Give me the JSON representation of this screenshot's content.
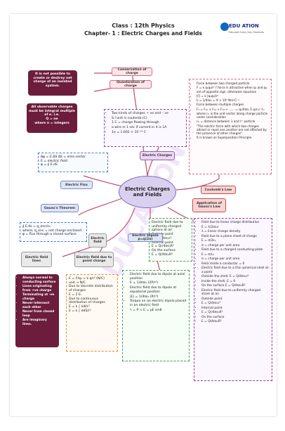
{
  "header": {
    "class_line": "Class : 12th Physics",
    "chapter_line": "Chapter- 1 : Electric Charges and Fields",
    "logo_text": "EDU ATION",
    "logo_sub": "Educate Every Day Students"
  },
  "center": {
    "label": "Electric Charges and Fields"
  },
  "nodes": {
    "conservation": "Conservation of charge",
    "quantization": "Quantization of charge",
    "electric_charges": "Electric Charges",
    "electric_flux": "Electric Flux",
    "gauss_theorem": "Gauss's Theorem",
    "coulombs_law": "Coulomb's Law",
    "application_gauss": "Application of Gauss's Law",
    "electric_field": "Electric field",
    "electric_field_lines": "Electric field lines",
    "field_point_charge": "Electric field due to point charge",
    "dipole_moment": "Electric Dipole p=q(2a)"
  },
  "notes": {
    "conservation_note": "It is not possible to create or destroy net charge of an isolated system.",
    "quantization_note": [
      "All observable charges must be integral multiple of e. i.e.",
      "Q = ne",
      "where n = integers"
    ],
    "charges_list": [
      "Two kinds of charges + ve and – ve",
      "S.I unit is coulomb (C)",
      "1 C = charge flowing through",
      "a wire in 1 sec if current in it is 1A",
      "1e = 1.602 × 10⁻¹⁹ C"
    ],
    "flux": [
      "Δφ = E.ΔS  ΔS = area vector",
      "E = electric field",
      "φ = ∮ E.dS"
    ],
    "gauss": [
      "∮ E.ds = q_enc/ε₀",
      "where, q_enc = net charge enclosed",
      "φ = flux through a closed surface"
    ],
    "coulomb": [
      "Force between two charged particle",
      "F = k q₁q₂/r² r̂   force is attractive when q₁ and q₂ are of opposite sign, otherwise repulsive",
      "|F| = k |q₁q₂|/r²",
      "k = 1/4πε₀ = 9 × 10⁹ Nm²C⁻²",
      "Force between multiple charges",
      "F₁ = F₁₂ + F₁₃ + F₁₄ + ...... = q₁/4πε₀ Σ qᵢ/r₁ᵢ² r̂₁ᵢ",
      "where r₁ᵢ is the unit vector along charge particle under consideration",
      "r₁ᵢ = distance between 1 and iᵗʰ particle",
      "\"The electric force with which two charges attract or repel one another are not affected by the presence of other charges\"",
      "It is known as Superposition Principle."
    ],
    "shell": [
      "Electric field due to uniformly charged sphere at a/r",
      "Outside point",
      "E = Q/4πε₀r²",
      "Internal point",
      "E = Qr/4πε₀R³",
      "On the surface",
      "E = Q/4πε₀R²"
    ],
    "application_list": [
      "Field due to linear charge distribution",
      "E = λ/2πε₀r",
      "λ = linear charge density",
      "Field due to a plane sheet of charge",
      "E = σ/2ε₀",
      "σ = charge per unit area",
      "Field due to a charged conducting plate",
      "E = σ/ε₀",
      "σ = charge per unit area",
      "Field inside a conductor = 0",
      "Electric field due to a thin spherical shell at a point",
      "Outside the shell, E = Q/4πε₀r²",
      "Inside the shell, E = 0",
      "On the surface E = Q/4πε₀R²",
      "Electric field due to uniformly charged share at an",
      "Outside point",
      "E = Q/4πε₀r²",
      "Internal point",
      "E = Qr/4πε₀R³",
      "On the surface",
      "E = Q/4πε₀R²"
    ],
    "lines_list": [
      "Always normal to conducting surface",
      "Lines originating from +ve charge",
      "Terminating at -ve charge",
      "Never intersect each other",
      "Never from closed loop",
      "Are imaginary lines."
    ],
    "point_charge": [
      "E = F/q₀ = k q/r² (N/C)",
      "unit → N/C",
      "Due to discrete distribution of charges",
      "E = Σ Eᵢ",
      "Due to continuous distribution of charges",
      "E = k ∫ λdl/r²",
      "E = k ∫ σdS/r²"
    ],
    "dipole": [
      "Electric field due to dipole at axial position",
      "E = 1/4πε₀ (2P/r³)",
      "Electric field due to dipole at equatorial position",
      "|E| = 1/4πε₀ (P/r³)",
      "Torque on an electric dipole placed in an electric field",
      "τ = P × E = pE sinθ"
    ]
  },
  "watermark": "EDUCATION"
}
